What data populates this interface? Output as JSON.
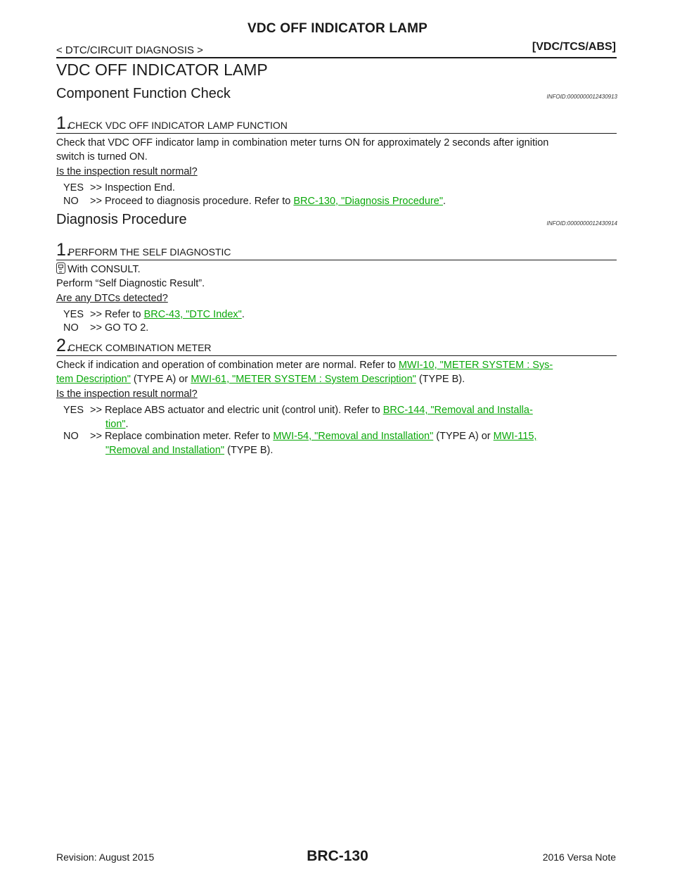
{
  "header": {
    "center_title": "VDC OFF INDICATOR LAMP",
    "left": "< DTC/CIRCUIT DIAGNOSIS >",
    "right": "[VDC/TCS/ABS]"
  },
  "section_title": "VDC OFF INDICATOR LAMP",
  "component_check": {
    "heading": "Component Function Check",
    "infoid": "INFOID:0000000012430913",
    "step1": {
      "num": "1.",
      "title": "CHECK VDC OFF INDICATOR LAMP FUNCTION",
      "text1": "Check that VDC OFF indicator lamp in combination meter turns ON for approximately 2 seconds after ignition",
      "text2": "switch is turned ON.",
      "question": "Is the inspection result normal?",
      "yes_key": "YES",
      "yes_text": ">> Inspection End.",
      "no_key": "NO",
      "no_text": ">> Proceed to diagnosis procedure. Refer to ",
      "no_link": "BRC-130, \"Diagnosis Procedure\"",
      "no_end": "."
    }
  },
  "diagnosis": {
    "heading": "Diagnosis Procedure",
    "infoid": "INFOID:0000000012430914",
    "step1": {
      "num": "1.",
      "title": "PERFORM THE SELF DIAGNOSTIC",
      "with": "With CONSULT.",
      "perform": "Perform “Self Diagnostic Result”.",
      "question": "Are any DTCs detected?",
      "yes_key": "YES",
      "yes_text": ">> Refer to ",
      "yes_link": "BRC-43, \"DTC Index\"",
      "yes_end": ".",
      "no_key": "NO",
      "no_text": ">> GO TO 2."
    },
    "step2": {
      "num": "2.",
      "title": "CHECK COMBINATION METER",
      "text1": "Check if indication and operation of combination meter are normal. Refer to ",
      "link1a": "MWI-10, \"METER SYSTEM : Sys-",
      "link1b": "tem Description\"",
      "text2": " (TYPE A) or ",
      "link2": "MWI-61, \"METER SYSTEM : System Description\"",
      "text3": " (TYPE B).",
      "question": "Is the inspection result normal?",
      "yes_key": "YES",
      "yes_text": ">> Replace ABS actuator and electric unit (control unit). Refer to ",
      "yes_link_a": "BRC-144, \"Removal and Installa-",
      "yes_link_b": "tion\"",
      "yes_end": ".",
      "no_key": "NO",
      "no_text": ">> Replace combination meter. Refer to ",
      "no_link1": "MWI-54, \"Removal and Installation\"",
      "no_mid": " (TYPE A) or ",
      "no_link2a": "MWI-115,",
      "no_link2b": "\"Removal and Installation\"",
      "no_end": " (TYPE B)."
    }
  },
  "footer": {
    "revision": "Revision: August 2015",
    "page": "BRC-130",
    "model": "2016 Versa Note"
  }
}
